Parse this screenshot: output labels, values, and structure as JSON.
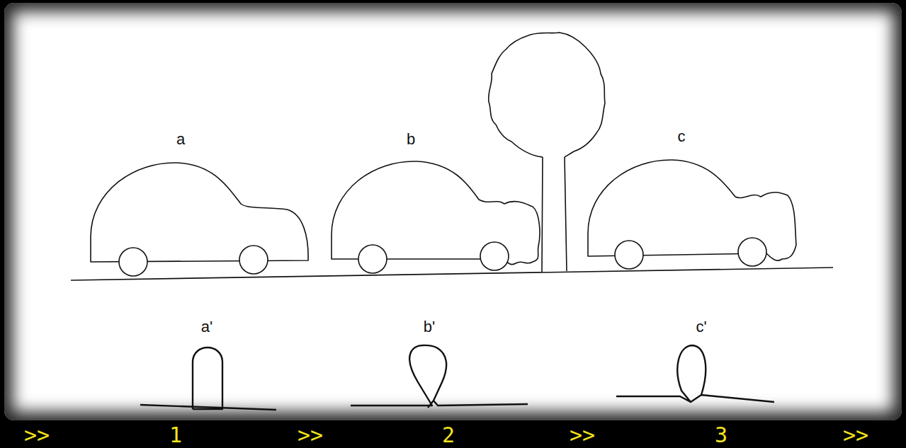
{
  "diagram": {
    "labels": [
      "a",
      "b",
      "c",
      "a'",
      "b'",
      "c'",
      ">>",
      "1",
      ">>",
      "2",
      ">>",
      "3",
      ">>"
    ]
  }
}
